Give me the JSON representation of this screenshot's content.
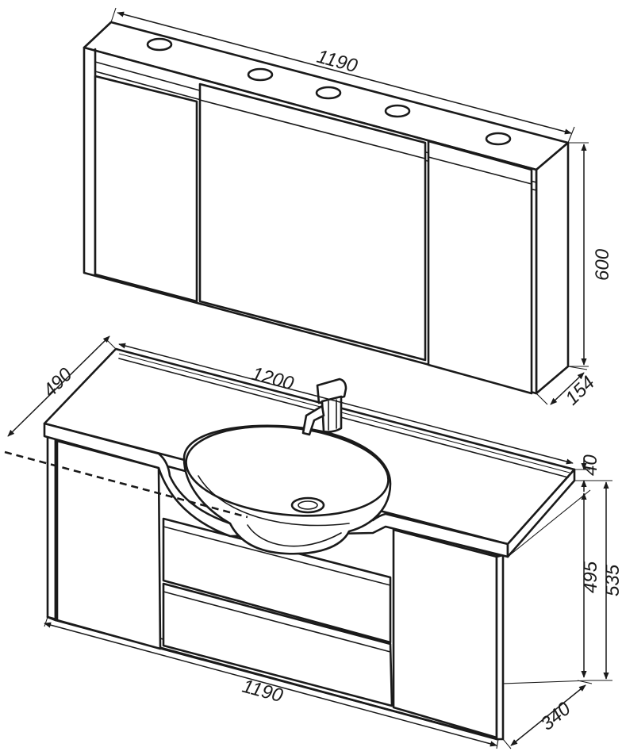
{
  "dimensions": {
    "cabinet_width": "1190",
    "cabinet_height": "600",
    "cabinet_depth": "154",
    "countertop_width": "1200",
    "countertop_depth": "490",
    "countertop_thickness": "40",
    "base_body_height": "495",
    "base_total_height": "535",
    "base_width": "1190",
    "base_depth": "340"
  }
}
